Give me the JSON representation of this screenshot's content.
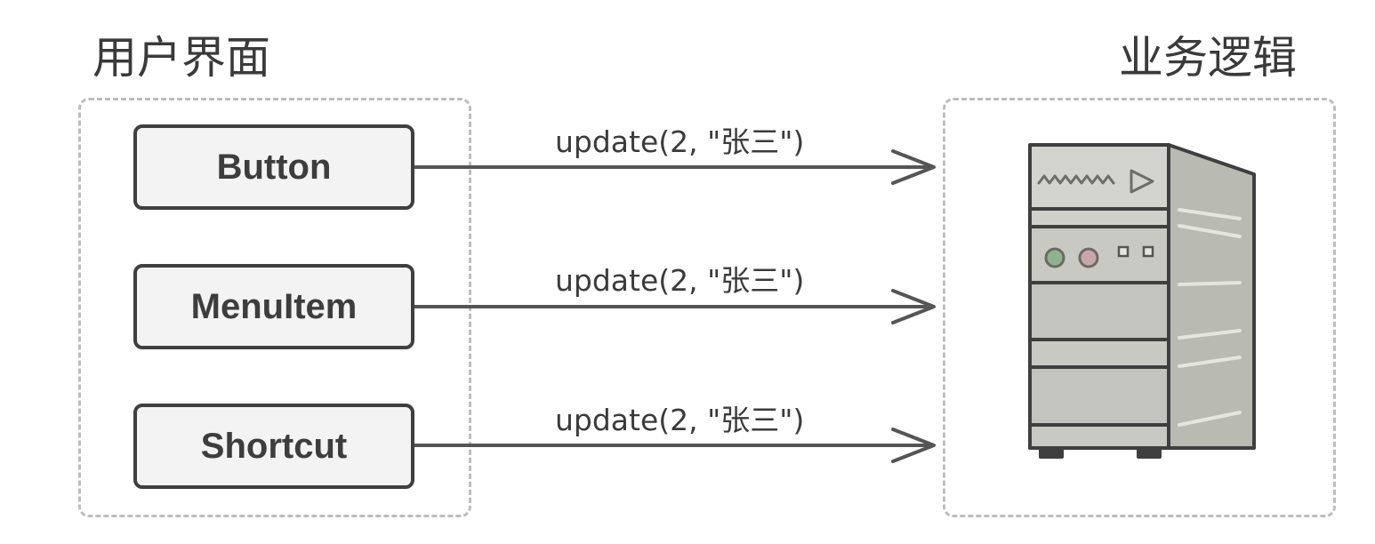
{
  "groups": {
    "ui_title": "用户界面",
    "logic_title": "业务逻辑"
  },
  "ui_elements": [
    {
      "label": "Button"
    },
    {
      "label": "MenuItem"
    },
    {
      "label": "Shortcut"
    }
  ],
  "calls": [
    {
      "label": "update(2, \"张三\")"
    },
    {
      "label": "update(2, \"张三\")"
    },
    {
      "label": "update(2, \"张三\")"
    }
  ],
  "colors": {
    "stroke": "#3f3f3f",
    "arrow": "#555555",
    "dash": "#bdbdbd",
    "button_fill": "#f3f3f3",
    "server_front": "#c8c9c2",
    "server_side": "#b9bab2",
    "led_green": "#8fb48c",
    "led_pink": "#c9a7a9"
  },
  "icons": {
    "server": "server-tower-icon",
    "arrow": "arrow-right-icon"
  }
}
